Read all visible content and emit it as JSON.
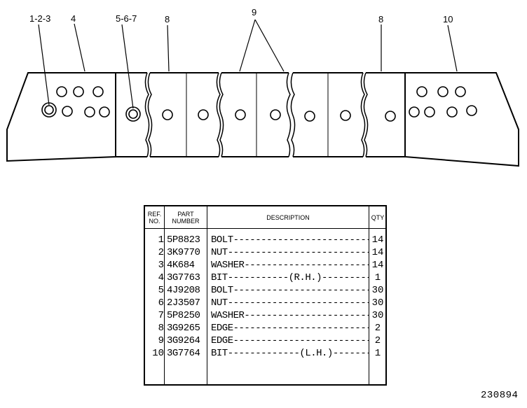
{
  "callouts": [
    "1-2-3",
    "4",
    "5-6-7",
    "8",
    "9",
    "8",
    "10"
  ],
  "table": {
    "headers": {
      "ref": "REF. NO.",
      "part": "PART NUMBER",
      "desc": "DESCRIPTION",
      "qty": "QTY"
    },
    "rows": [
      {
        "ref": "1",
        "part": "5P8823",
        "desc": "BOLT---------------------------------",
        "qty": "14"
      },
      {
        "ref": "2",
        "part": "3K9770",
        "desc": "NUT----------------------------------",
        "qty": "14"
      },
      {
        "ref": "3",
        "part": "4K684",
        "desc": "WASHER------------------------------",
        "qty": "14"
      },
      {
        "ref": "4",
        "part": "3G7763",
        "desc": "BIT-----------(R.H.)-----------------",
        "qty": "1"
      },
      {
        "ref": "5",
        "part": "4J9208",
        "desc": "BOLT---------------------------------",
        "qty": "30"
      },
      {
        "ref": "6",
        "part": "2J3507",
        "desc": "NUT----------------------------------",
        "qty": "30"
      },
      {
        "ref": "7",
        "part": "5P8250",
        "desc": "WASHER------------------------------",
        "qty": "30"
      },
      {
        "ref": "8",
        "part": "3G9265",
        "desc": "EDGE---------------------------------",
        "qty": "2"
      },
      {
        "ref": "9",
        "part": "3G9264",
        "desc": "EDGE---------------------------------",
        "qty": "2"
      },
      {
        "ref": "10",
        "part": "3G7764",
        "desc": "BIT-------------(L.H.)---------------",
        "qty": "1"
      }
    ]
  },
  "figure_number": "230894"
}
